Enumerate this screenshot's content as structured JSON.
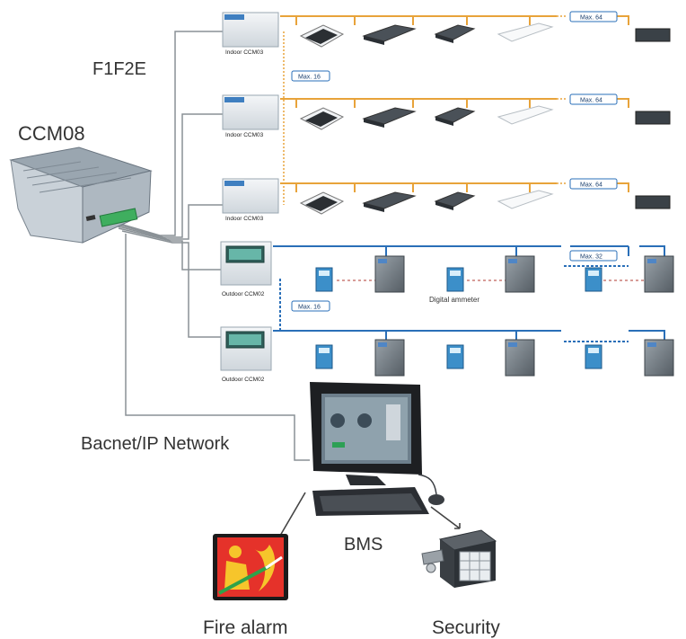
{
  "labels": {
    "controller": "CCM08",
    "bus": "F1F2E",
    "network": "Bacnet/IP Network",
    "bms": "BMS",
    "fire_alarm": "Fire alarm",
    "security": "Security",
    "digital_ammeter": "Digital ammeter"
  },
  "indoor_rows": [
    {
      "controller": "Indoor CCM03",
      "max": "Max. 64"
    },
    {
      "controller": "Indoor CCM03",
      "max": "Max. 64"
    },
    {
      "controller": "Indoor CCM03",
      "max": "Max. 64"
    }
  ],
  "indoor_max_rows": "Max. 16",
  "outdoor_rows": [
    {
      "controller": "Outdoor CCM02",
      "max": "Max. 32"
    },
    {
      "controller": "Outdoor CCM02",
      "max": ""
    }
  ],
  "outdoor_max_rows": "Max. 16",
  "colors": {
    "indoor_bus": "#e8a33a",
    "outdoor_bus": "#2a6fb8",
    "network_line": "#8a9196",
    "power_line": "#c0605a",
    "label_text": "#333333"
  }
}
